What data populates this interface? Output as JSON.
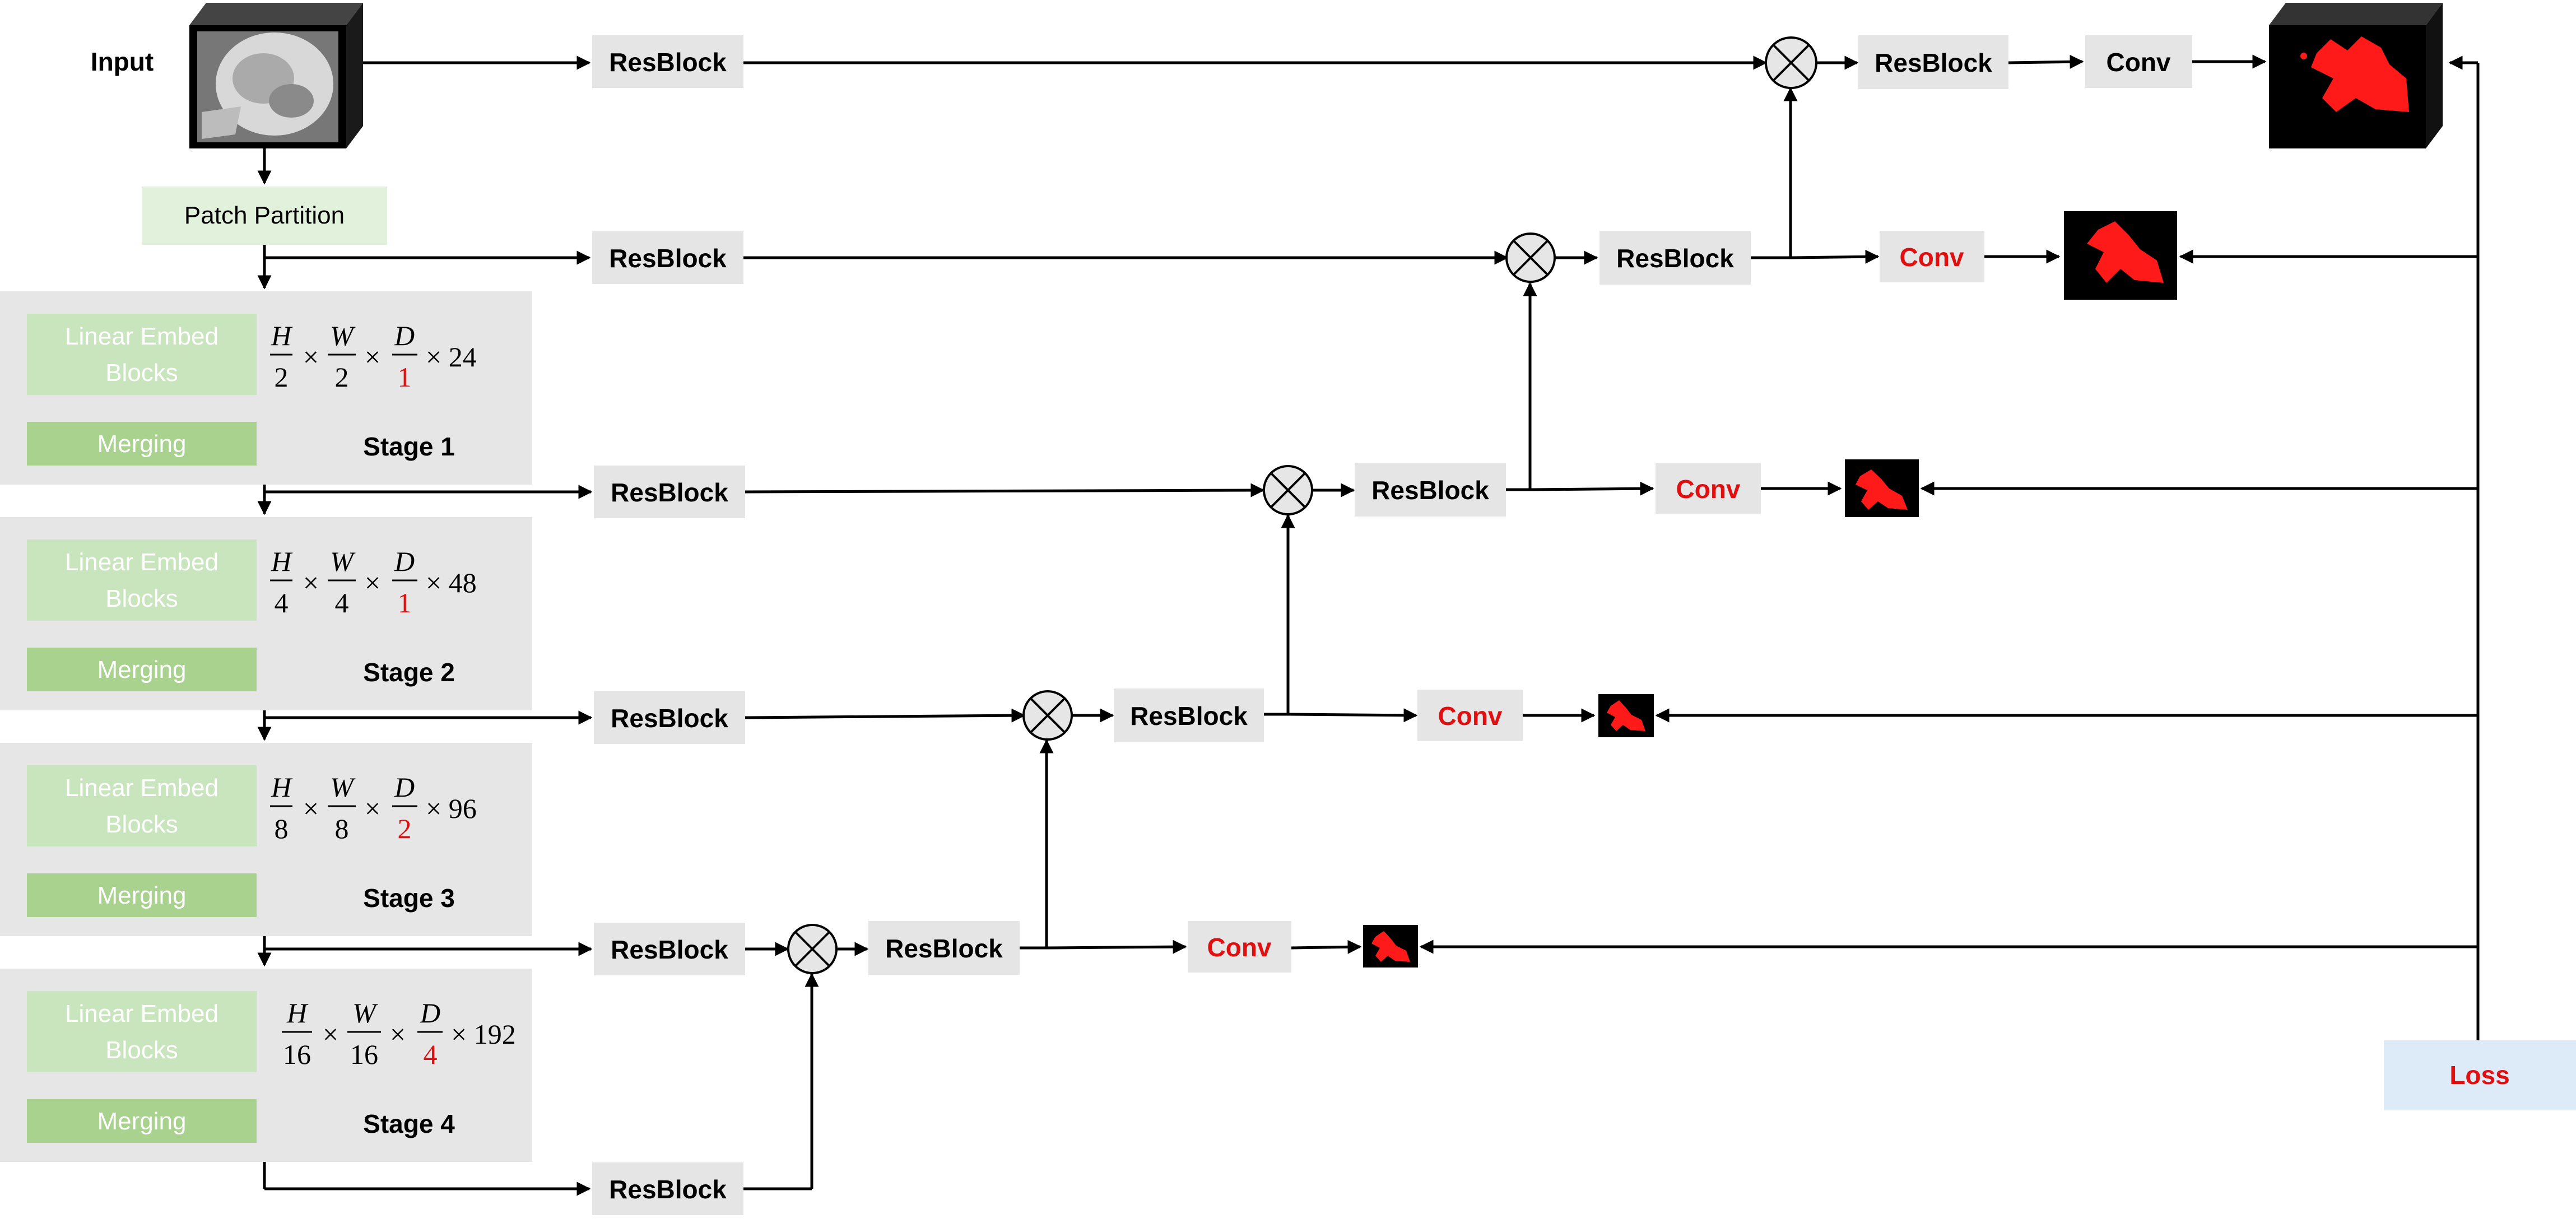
{
  "input": {
    "label": "Input"
  },
  "patch_partition": {
    "label": "Patch Partition"
  },
  "stages": [
    {
      "embed_line1": "Linear Embed",
      "embed_line2": "Blocks",
      "merging": "Merging",
      "name": "Stage 1",
      "h_den": "2",
      "w_den": "2",
      "d_den": "1",
      "channels": "× 24"
    },
    {
      "embed_line1": "Linear Embed",
      "embed_line2": "Blocks",
      "merging": "Merging",
      "name": "Stage 2",
      "h_den": "4",
      "w_den": "4",
      "d_den": "1",
      "channels": "× 48"
    },
    {
      "embed_line1": "Linear Embed",
      "embed_line2": "Blocks",
      "merging": "Merging",
      "name": "Stage 3",
      "h_den": "8",
      "w_den": "8",
      "d_den": "2",
      "channels": "× 96"
    },
    {
      "embed_line1": "Linear Embed",
      "embed_line2": "Blocks",
      "merging": "Merging",
      "name": "Stage 4",
      "h_den": "16",
      "w_den": "16",
      "d_den": "4",
      "channels": "× 192"
    }
  ],
  "math": {
    "h": "H",
    "w": "W",
    "d": "D",
    "times": "×"
  },
  "blocks": {
    "resblock": "ResBlock",
    "conv": "Conv"
  },
  "loss": {
    "label": "Loss"
  },
  "colors": {
    "stage_bg": "#e6e6e6",
    "embed_bg": "#c9e5bd",
    "merging_bg": "#a8d28e",
    "patch_bg": "#e2f1dc",
    "block_bg": "#e5e5e5",
    "loss_bg": "#dcebf7",
    "highlight": "#e01010"
  }
}
